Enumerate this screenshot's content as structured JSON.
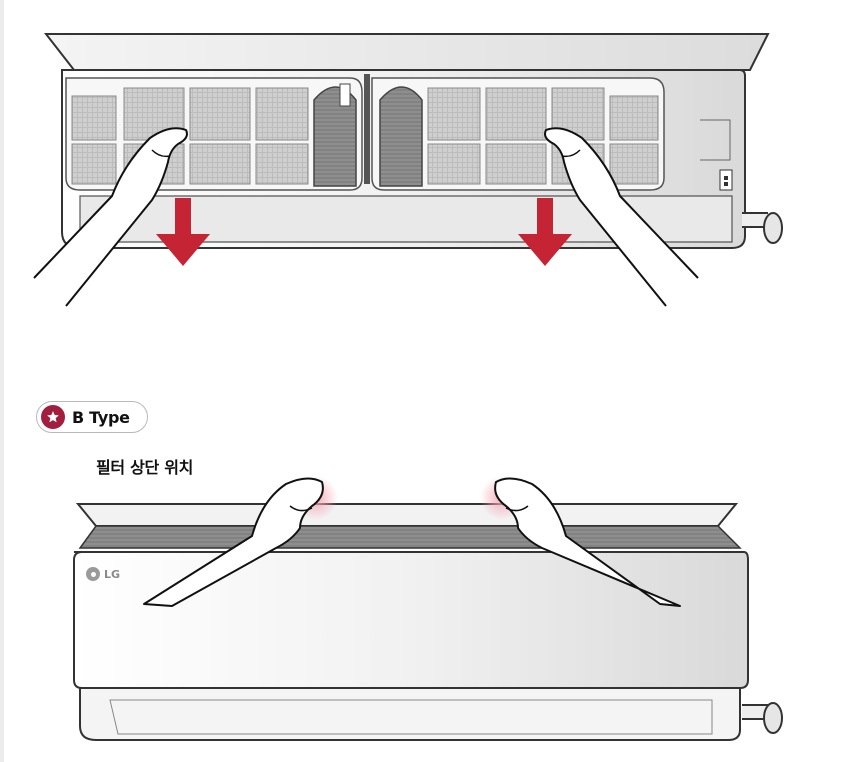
{
  "badge": {
    "label": "B Type",
    "icon": "star-icon",
    "color": "#a11e3f"
  },
  "top_unit": {
    "arrow_color": "#c42433"
  },
  "bottom_unit": {
    "caption": "필터 상단 위치",
    "logo_text": "LG",
    "highlight_color": "#f4a7b5"
  }
}
